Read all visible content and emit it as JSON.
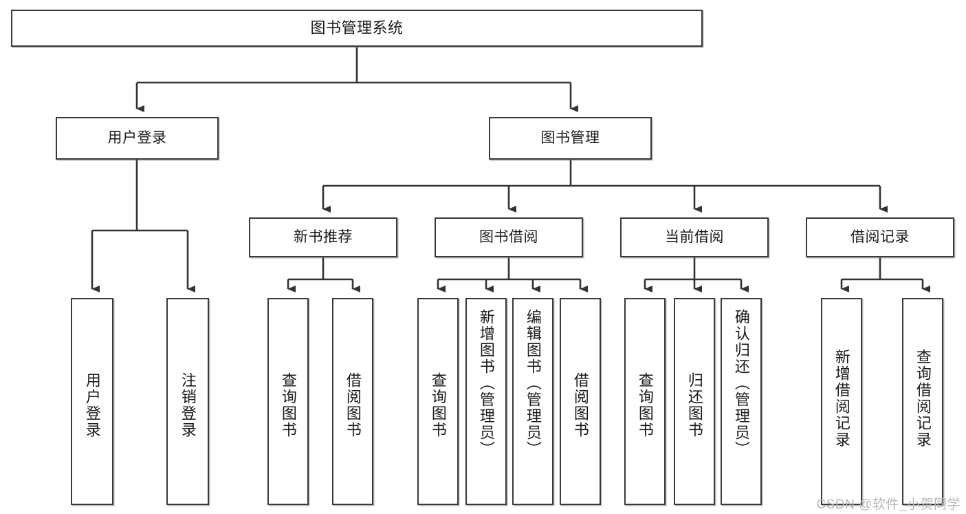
{
  "diagram": {
    "title": "图书管理系统",
    "type": "hierarchy-tree",
    "background_color": "#ffffff",
    "box_border_color": "#3a3a3a",
    "connector_color": "#333333"
  },
  "nodes": {
    "root": {
      "label": "图书管理系统"
    },
    "level2": [
      {
        "id": "user-login",
        "label": "用户登录"
      },
      {
        "id": "book-manage",
        "label": "图书管理"
      }
    ],
    "level3": [
      {
        "id": "new-book-recommend",
        "label": "新书推荐"
      },
      {
        "id": "book-borrow",
        "label": "图书借阅"
      },
      {
        "id": "current-borrow",
        "label": "当前借阅"
      },
      {
        "id": "borrow-record",
        "label": "借阅记录"
      }
    ],
    "leaves": [
      {
        "id": "leaf-user-login",
        "label": "用户登录"
      },
      {
        "id": "leaf-logout-login",
        "label": "注销登录"
      },
      {
        "id": "leaf-query-book-1",
        "label": "查询图书"
      },
      {
        "id": "leaf-borrow-book-1",
        "label": "借阅图书"
      },
      {
        "id": "leaf-query-book-2",
        "label": "查询图书"
      },
      {
        "id": "leaf-add-book",
        "label": "新增图书（管理员）"
      },
      {
        "id": "leaf-edit-book",
        "label": "编辑图书（管理员）"
      },
      {
        "id": "leaf-borrow-book-2",
        "label": "借阅图书"
      },
      {
        "id": "leaf-query-book-3",
        "label": "查询图书"
      },
      {
        "id": "leaf-return-book",
        "label": "归还图书"
      },
      {
        "id": "leaf-confirm-return",
        "label": "确认归还（管理员）"
      },
      {
        "id": "leaf-add-record",
        "label": "新增借阅记录"
      },
      {
        "id": "leaf-query-record",
        "label": "查询借阅记录"
      }
    ]
  },
  "watermark": {
    "text": "CSDN @软件_小贺同学"
  }
}
